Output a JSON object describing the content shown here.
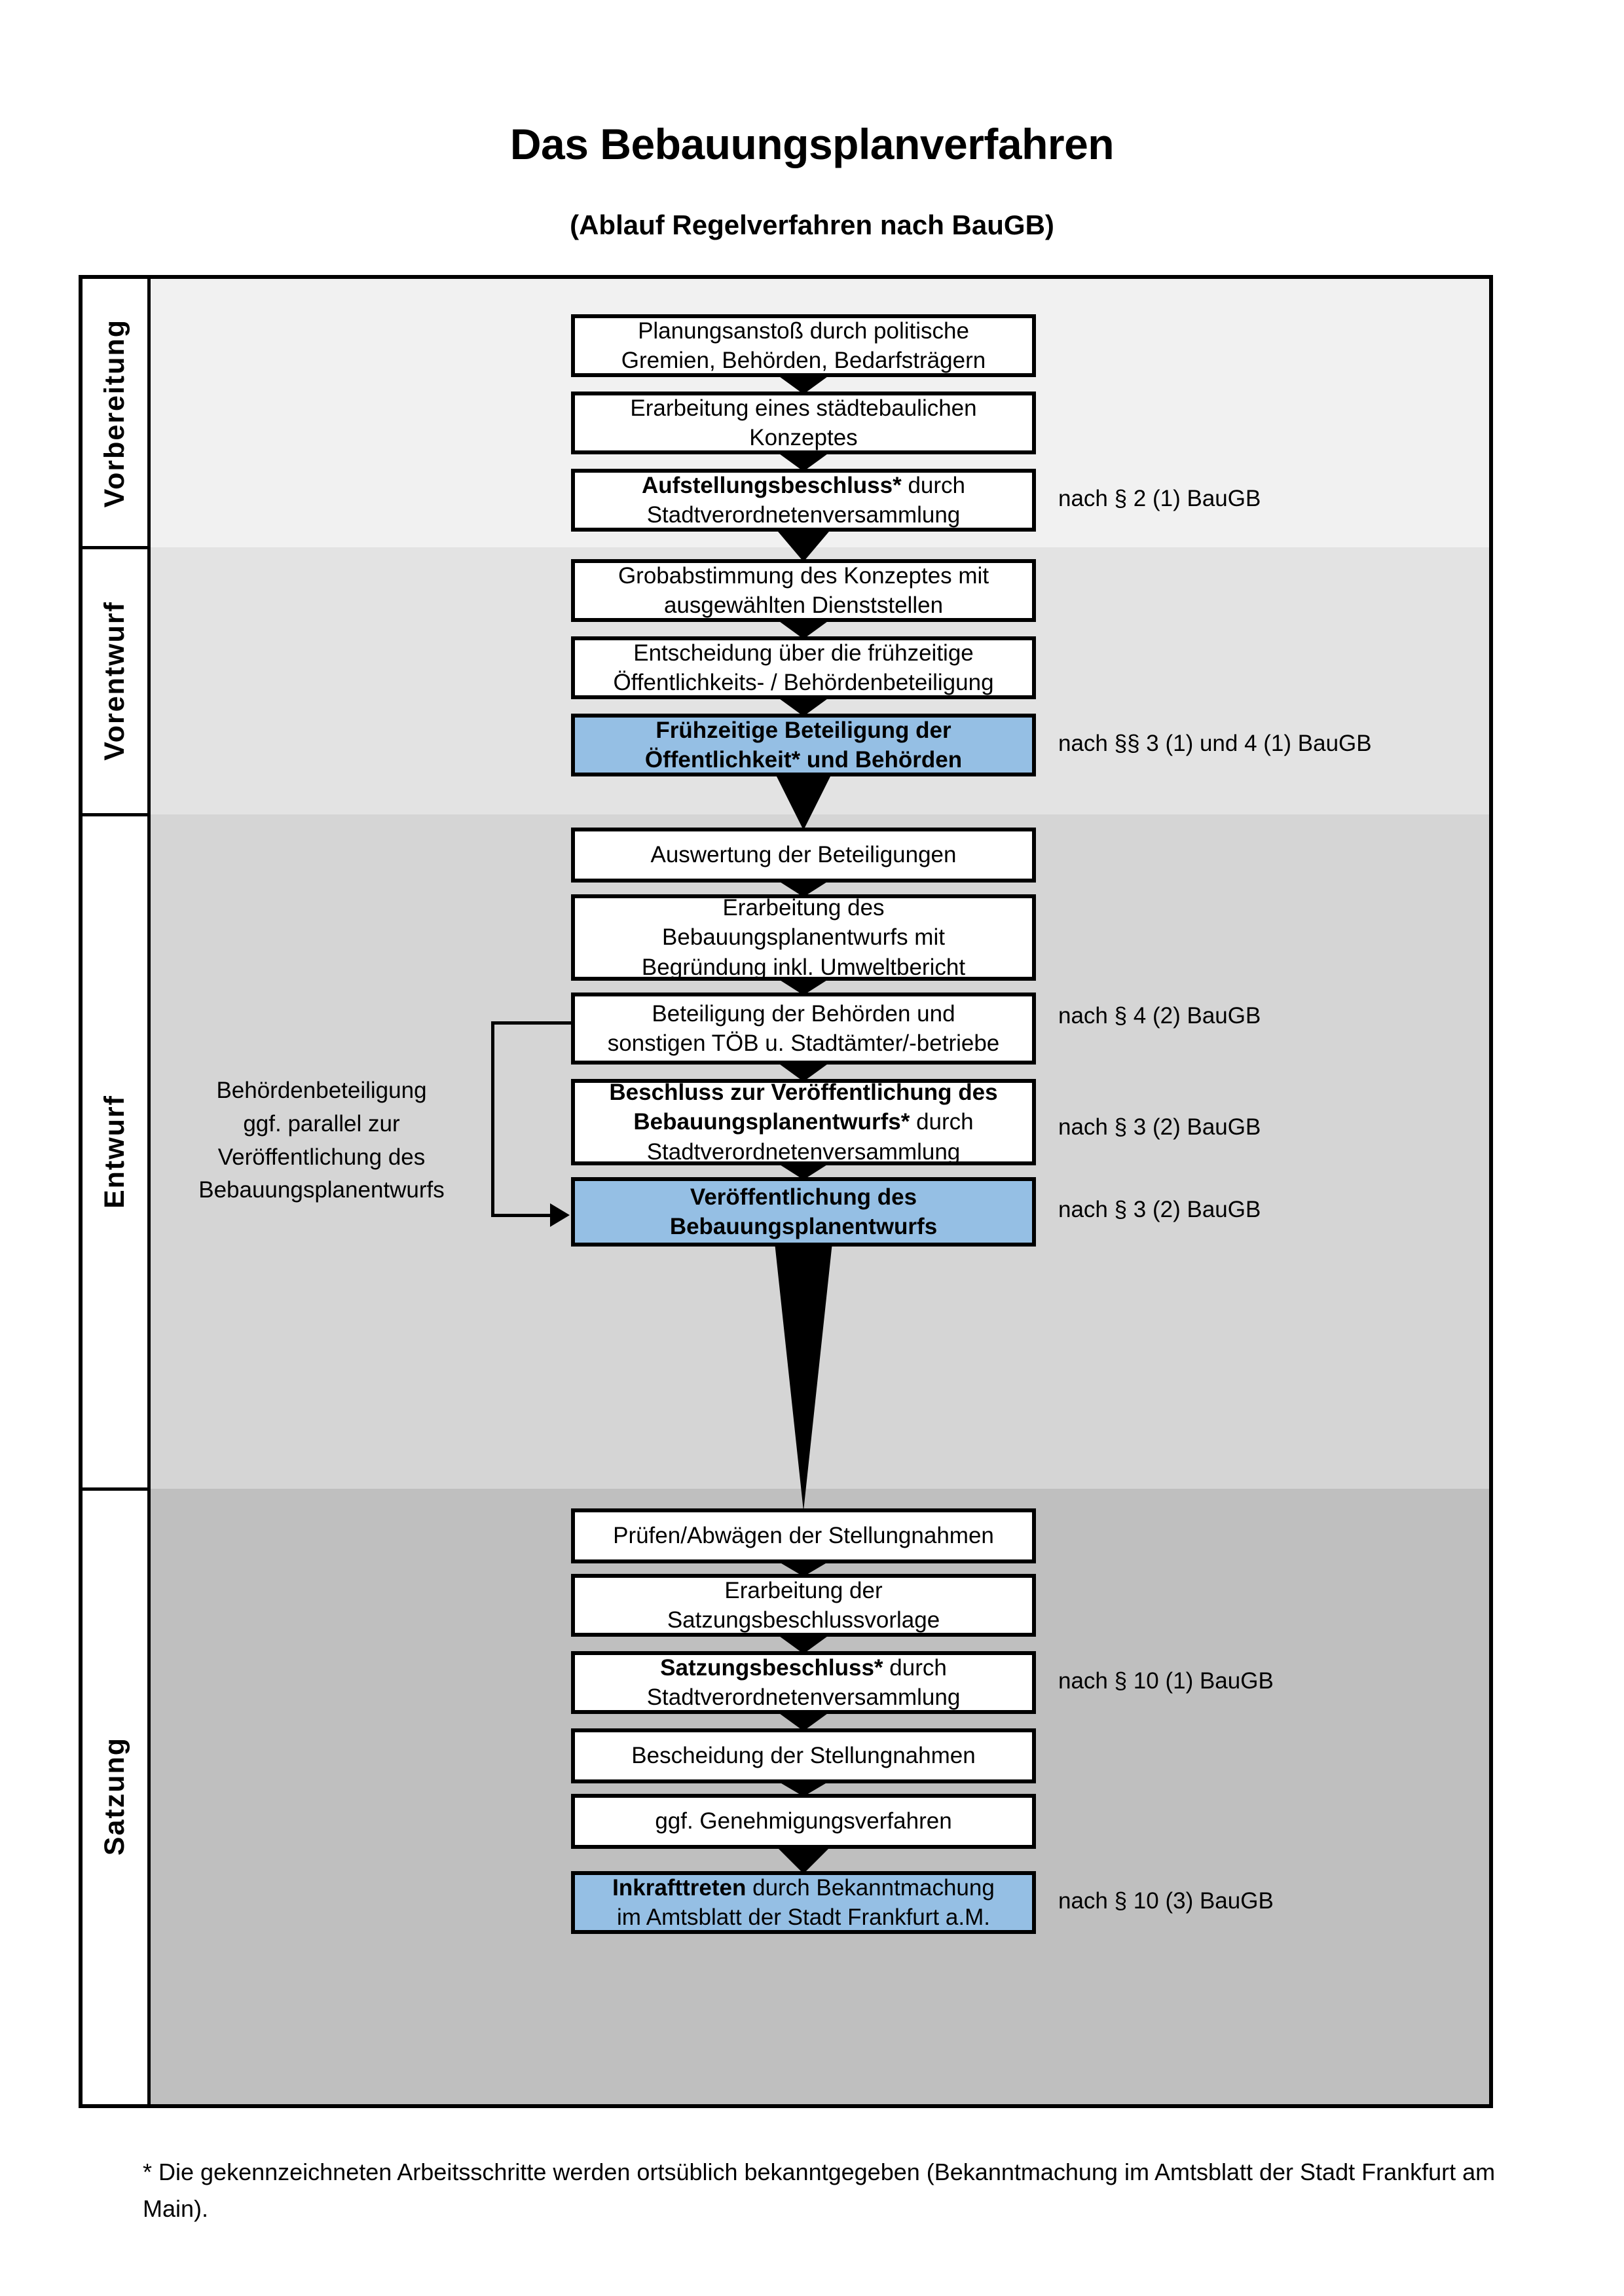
{
  "header": {
    "title": "Das Bebauungsplanverfahren",
    "subtitle": "(Ablauf Regelverfahren nach BauGB)"
  },
  "colors": {
    "highlight_blue": "#95BFE4",
    "lane_vorbereitung": "#F1F1F1",
    "lane_vorentwurf": "#E3E3E3",
    "lane_entwurf": "#D5D5D5",
    "lane_satzung": "#BFBFBF",
    "outline": "#000000"
  },
  "lanes": [
    {
      "id": "vorbereitung",
      "label": "Vorbereitung",
      "bg": "#F1F1F1"
    },
    {
      "id": "vorentwurf",
      "label": "Vorentwurf",
      "bg": "#E3E3E3"
    },
    {
      "id": "entwurf",
      "label": "Entwurf",
      "bg": "#D5D5D5"
    },
    {
      "id": "satzung",
      "label": "Satzung",
      "bg": "#BFBFBF"
    }
  ],
  "steps": [
    {
      "id": "s1",
      "lane": "vorbereitung",
      "highlight": false,
      "lines": [
        {
          "text": "Planungsanstoß durch politische",
          "bold": false
        },
        {
          "text": "Gremien, Behörden, Bedarfsträgern",
          "bold": false
        }
      ]
    },
    {
      "id": "s2",
      "lane": "vorbereitung",
      "highlight": false,
      "lines": [
        {
          "text": "Erarbeitung eines städtebaulichen",
          "bold": false
        },
        {
          "text": "Konzeptes",
          "bold": false
        }
      ]
    },
    {
      "id": "s3",
      "lane": "vorbereitung",
      "highlight": false,
      "lines": [
        {
          "text": "Aufstellungsbeschluss*",
          "bold": true,
          "suffix": " durch"
        },
        {
          "text": "Stadtverordnetenversammlung",
          "bold": false
        }
      ]
    },
    {
      "id": "s4",
      "lane": "vorentwurf",
      "highlight": false,
      "lines": [
        {
          "text": "Grobabstimmung des Konzeptes mit",
          "bold": false
        },
        {
          "text": "ausgewählten Dienststellen",
          "bold": false
        }
      ]
    },
    {
      "id": "s5",
      "lane": "vorentwurf",
      "highlight": false,
      "lines": [
        {
          "text": "Entscheidung über die frühzeitige",
          "bold": false
        },
        {
          "text": "Öffentlichkeits- / Behördenbeteiligung",
          "bold": false
        }
      ]
    },
    {
      "id": "s6",
      "lane": "vorentwurf",
      "highlight": true,
      "lines": [
        {
          "text": "Frühzeitige Beteiligung der",
          "bold": true
        },
        {
          "text": "Öffentlichkeit* und Behörden",
          "bold": true
        }
      ]
    },
    {
      "id": "s7",
      "lane": "entwurf",
      "highlight": false,
      "lines": [
        {
          "text": "Auswertung der Beteiligungen",
          "bold": false
        }
      ]
    },
    {
      "id": "s8",
      "lane": "entwurf",
      "highlight": false,
      "lines": [
        {
          "text": "Erarbeitung des",
          "bold": false
        },
        {
          "text": "Bebauungsplanentwurfs mit",
          "bold": false
        },
        {
          "text": "Begründung inkl. Umweltbericht",
          "bold": false
        }
      ]
    },
    {
      "id": "s9",
      "lane": "entwurf",
      "highlight": false,
      "lines": [
        {
          "text": "Beteiligung der Behörden und",
          "bold": false
        },
        {
          "text": "sonstigen TÖB u. Stadtämter/-betriebe",
          "bold": false
        }
      ]
    },
    {
      "id": "s10",
      "lane": "entwurf",
      "highlight": false,
      "lines": [
        {
          "text": "Beschluss zur Veröffentlichung des",
          "bold": true
        },
        {
          "text": "Bebauungsplanentwurfs*",
          "bold": true,
          "suffix": " durch"
        },
        {
          "text": "Stadtverordnetenversammlung",
          "bold": false
        }
      ]
    },
    {
      "id": "s11",
      "lane": "entwurf",
      "highlight": true,
      "lines": [
        {
          "text": "Veröffentlichung des",
          "bold": true
        },
        {
          "text": "Bebauungsplanentwurfs",
          "bold": true
        }
      ]
    },
    {
      "id": "s12",
      "lane": "satzung",
      "highlight": false,
      "lines": [
        {
          "text": "Prüfen/Abwägen der Stellungnahmen",
          "bold": false
        }
      ]
    },
    {
      "id": "s13",
      "lane": "satzung",
      "highlight": false,
      "lines": [
        {
          "text": "Erarbeitung der",
          "bold": false
        },
        {
          "text": "Satzungsbeschlussvorlage",
          "bold": false
        }
      ]
    },
    {
      "id": "s14",
      "lane": "satzung",
      "highlight": false,
      "lines": [
        {
          "text": "Satzungsbeschluss*",
          "bold": true,
          "suffix": " durch"
        },
        {
          "text": "Stadtverordnetenversammlung",
          "bold": false
        }
      ]
    },
    {
      "id": "s15",
      "lane": "satzung",
      "highlight": false,
      "lines": [
        {
          "text": "Bescheidung der Stellungnahmen",
          "bold": false
        }
      ]
    },
    {
      "id": "s16",
      "lane": "satzung",
      "highlight": false,
      "lines": [
        {
          "text": "ggf. Genehmigungsverfahren",
          "bold": false
        }
      ]
    },
    {
      "id": "s17",
      "lane": "satzung",
      "highlight": true,
      "lines": [
        {
          "text": "Inkrafttreten",
          "bold": true,
          "suffix": " durch Bekanntmachung"
        },
        {
          "text": "im Amtsblatt der Stadt Frankfurt a.M.",
          "bold": false
        }
      ]
    }
  ],
  "legal_refs": [
    {
      "id": "l1",
      "text": "nach § 2 (1) BauGB",
      "for_step": "s3"
    },
    {
      "id": "l2",
      "text": "nach §§ 3 (1) und 4 (1) BauGB",
      "for_step": "s6"
    },
    {
      "id": "l3",
      "text": "nach § 4 (2) BauGB",
      "for_step": "s9"
    },
    {
      "id": "l4",
      "text": "nach § 3 (2) BauGB",
      "for_step": "s10"
    },
    {
      "id": "l5",
      "text": "nach § 3 (2) BauGB",
      "for_step": "s11"
    },
    {
      "id": "l6",
      "text": "nach § 10 (1) BauGB",
      "for_step": "s14"
    },
    {
      "id": "l7",
      "text": "nach § 10 (3) BauGB",
      "for_step": "s17"
    }
  ],
  "side_note": {
    "lines": [
      "Behördenbeteiligung",
      "ggf. parallel zur",
      "Veröffentlichung des",
      "Bebauungsplanentwurfs"
    ]
  },
  "footnote": {
    "text": "* Die gekennzeichneten Arbeitsschritte werden ortsüblich bekanntgegeben (Bekanntmachung im Amtsblatt  der Stadt Frankfurt am Main)."
  }
}
